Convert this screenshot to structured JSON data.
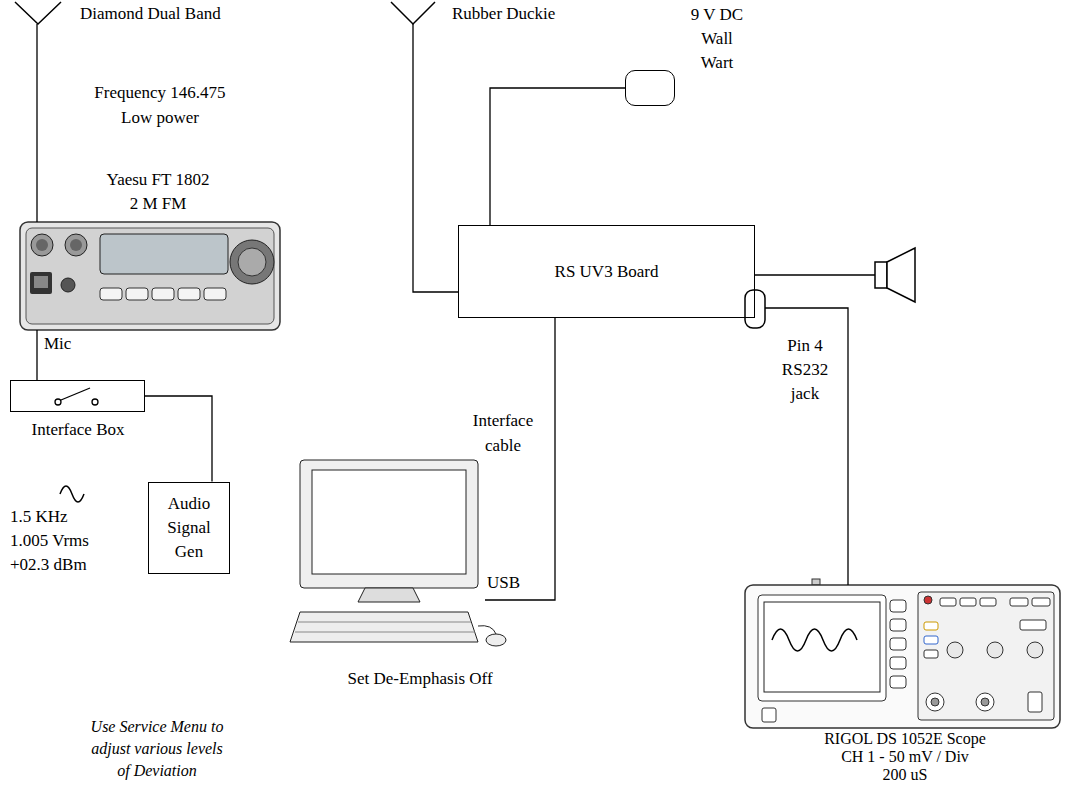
{
  "diagram": {
    "nodes": [
      {
        "text": [
          "Diamond Dual Band"
        ]
      },
      {
        "text": [
          "Rubber Duckie"
        ]
      },
      {
        "text": [
          "9 V DC Wall Wart"
        ]
      },
      {
        "text": [
          "Yaesu FT 1802 2 M FM",
          "Mic"
        ]
      },
      {
        "text": [
          "RS UV3 Board"
        ]
      },
      {
        "text": [
          "Interface Box"
        ]
      },
      {
        "text": [
          "Audio Signal Gen"
        ]
      },
      {
        "text": [
          "Set De-Emphasis Off"
        ]
      },
      {
        "text": [
          "RIGOL DS 1052E Scope",
          "CH 1 - 50 mV / Div",
          "200 uS"
        ]
      }
    ],
    "edges": [
      {
        "from": 0,
        "to": 3,
        "arrow": "none",
        "label": "Frequency 146.475 Low power"
      },
      {
        "from": 1,
        "to": 4,
        "arrow": "none"
      },
      {
        "from": 2,
        "to": 4,
        "arrow": "none"
      },
      {
        "from": 3,
        "to": 5,
        "arrow": "none"
      },
      {
        "from": 5,
        "to": 6,
        "arrow": "none"
      },
      {
        "from": 4,
        "to": 7,
        "arrow": "none",
        "label": "Interface cable"
      },
      {
        "from": 4,
        "to": 8,
        "arrow": "none",
        "label": "Pin 4 RS232 jack"
      }
    ],
    "labels": [
      "1.5 KHz",
      "1.005 Vrms",
      "+02.3 dBm",
      "USB",
      "Use Service Menu to adjust various levels of Deviation"
    ]
  }
}
